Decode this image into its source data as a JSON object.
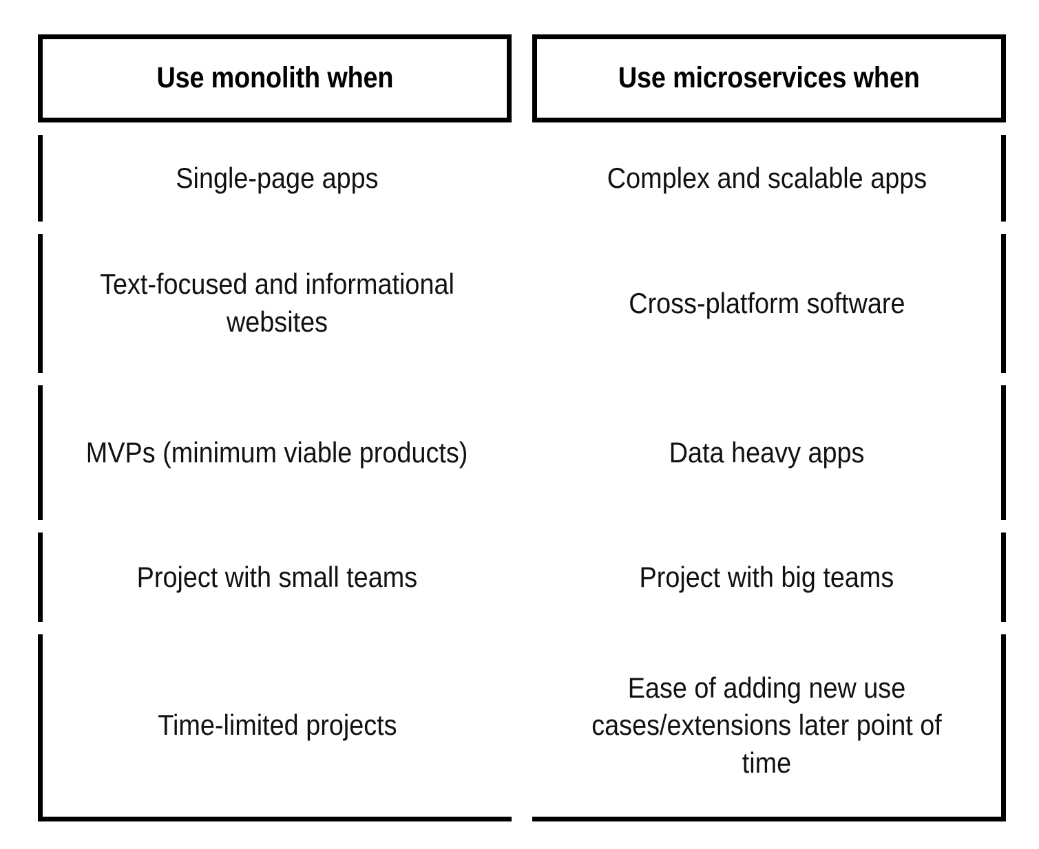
{
  "table": {
    "columns": [
      {
        "key": "monolith",
        "header": "Use monolith when"
      },
      {
        "key": "microservices",
        "header": "Use microservices when"
      }
    ],
    "rows": [
      {
        "monolith": "Single-page apps",
        "microservices": "Complex and scalable apps"
      },
      {
        "monolith": "Text-focused and informational websites",
        "microservices": "Cross-platform software"
      },
      {
        "monolith": "MVPs (minimum viable products)",
        "microservices": "Data heavy apps"
      },
      {
        "monolith": "Project with small teams",
        "microservices": "Project with big teams"
      },
      {
        "monolith": "Time-limited projects",
        "microservices": "Ease of adding new use cases/extensions later point of time"
      }
    ]
  },
  "style": {
    "border_color": "#000000",
    "background_color": "#ffffff",
    "text_color": "#111111"
  }
}
